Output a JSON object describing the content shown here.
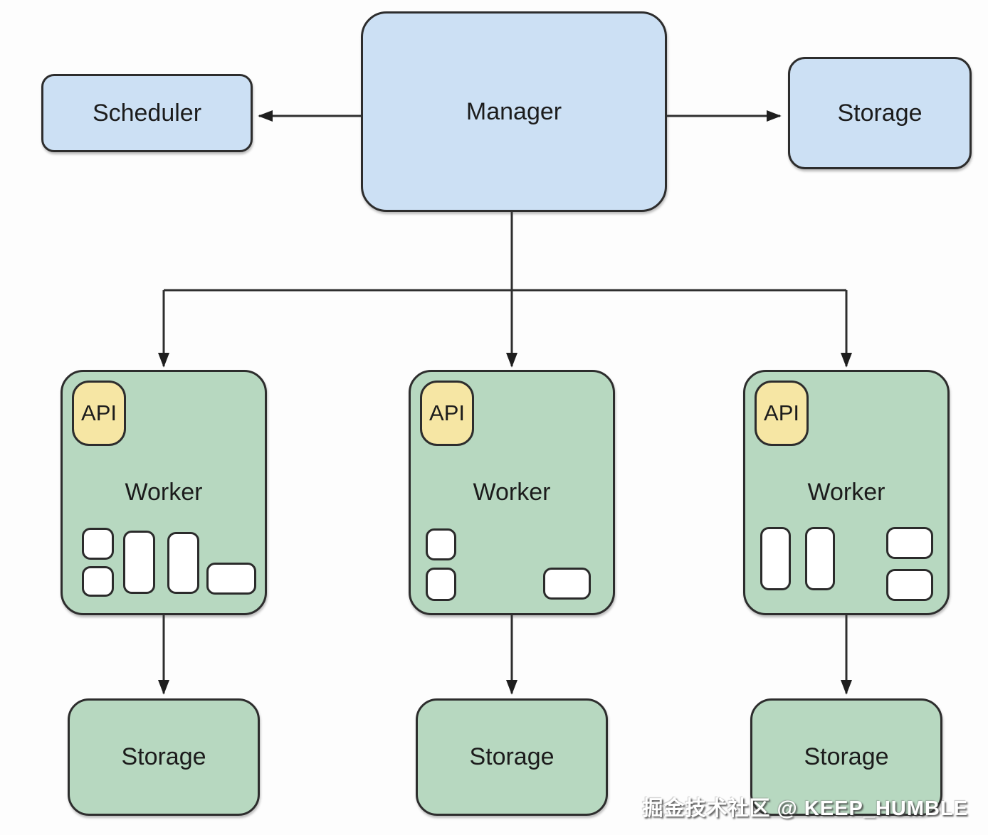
{
  "palette": {
    "box_blue": "#cce0f4",
    "box_green": "#b7d8c0",
    "badge_yellow": "#f6e6a4",
    "stroke": "#2d2d2d",
    "text": "#1c1c1c",
    "background": "#fdfdfd"
  },
  "nodes": {
    "scheduler": {
      "label": "Scheduler"
    },
    "manager": {
      "label": "Manager"
    },
    "top_storage": {
      "label": "Storage"
    }
  },
  "workers": [
    {
      "badge": "API",
      "label": "Worker",
      "slots": [
        "square",
        "square",
        "tall",
        "tall",
        "wide"
      ]
    },
    {
      "badge": "API",
      "label": "Worker",
      "slots": [
        "square",
        "square",
        "wide"
      ]
    },
    {
      "badge": "API",
      "label": "Worker",
      "slots": [
        "tall",
        "tall",
        "wide",
        "wide"
      ]
    }
  ],
  "bottom_storages": [
    {
      "label": "Storage"
    },
    {
      "label": "Storage"
    },
    {
      "label": "Storage"
    }
  ],
  "edges": [
    {
      "from": "Manager",
      "to": "Scheduler"
    },
    {
      "from": "Manager",
      "to": "Storage"
    },
    {
      "from": "Manager",
      "to": "Worker 1"
    },
    {
      "from": "Manager",
      "to": "Worker 2"
    },
    {
      "from": "Manager",
      "to": "Worker 3"
    },
    {
      "from": "Worker 1",
      "to": "Storage 1"
    },
    {
      "from": "Worker 2",
      "to": "Storage 2"
    },
    {
      "from": "Worker 3",
      "to": "Storage 3"
    }
  ],
  "watermark": {
    "text": "掘金技术社区 @ KEEP_HUMBLE"
  }
}
